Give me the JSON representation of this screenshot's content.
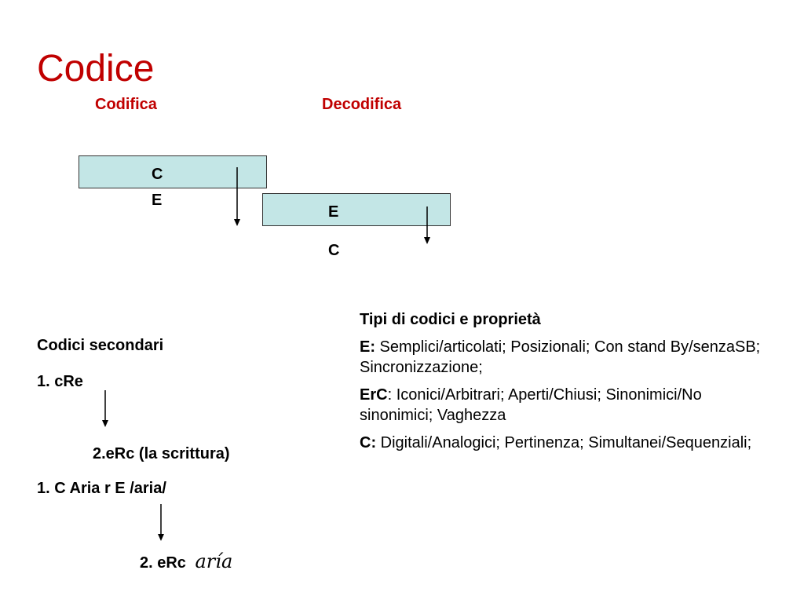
{
  "slide": {
    "title": "Codice",
    "codifica": "Codifica",
    "decodifica": "Decodifica"
  },
  "diagram": {
    "box1_letter_top": "C",
    "box1_letter_bottom": "E",
    "box2_letter_top": "E",
    "box2_letter_bottom": "C"
  },
  "secondary": {
    "heading": "Codici secondari",
    "item1": "1. cRe",
    "item2": "2.eRc (la scrittura)",
    "item3": "1. C Aria r E /aria/",
    "item4_prefix": "2. eRc",
    "item4_word": "aría"
  },
  "types": {
    "heading": "Tipi di codici e proprietà",
    "e_label": "E:",
    "e_text": " Semplici/articolati; Posizionali; Con stand By/senzaSB; Sincronizzazione;",
    "erc_label": "ErC",
    "erc_text": ": Iconici/Arbitrari; Aperti/Chiusi; Sinonimici/No sinonimici; Vaghezza",
    "c_label": "C:",
    "c_text": " Digitali/Analogici; Pertinenza; Simultanei/Sequenziali;"
  }
}
